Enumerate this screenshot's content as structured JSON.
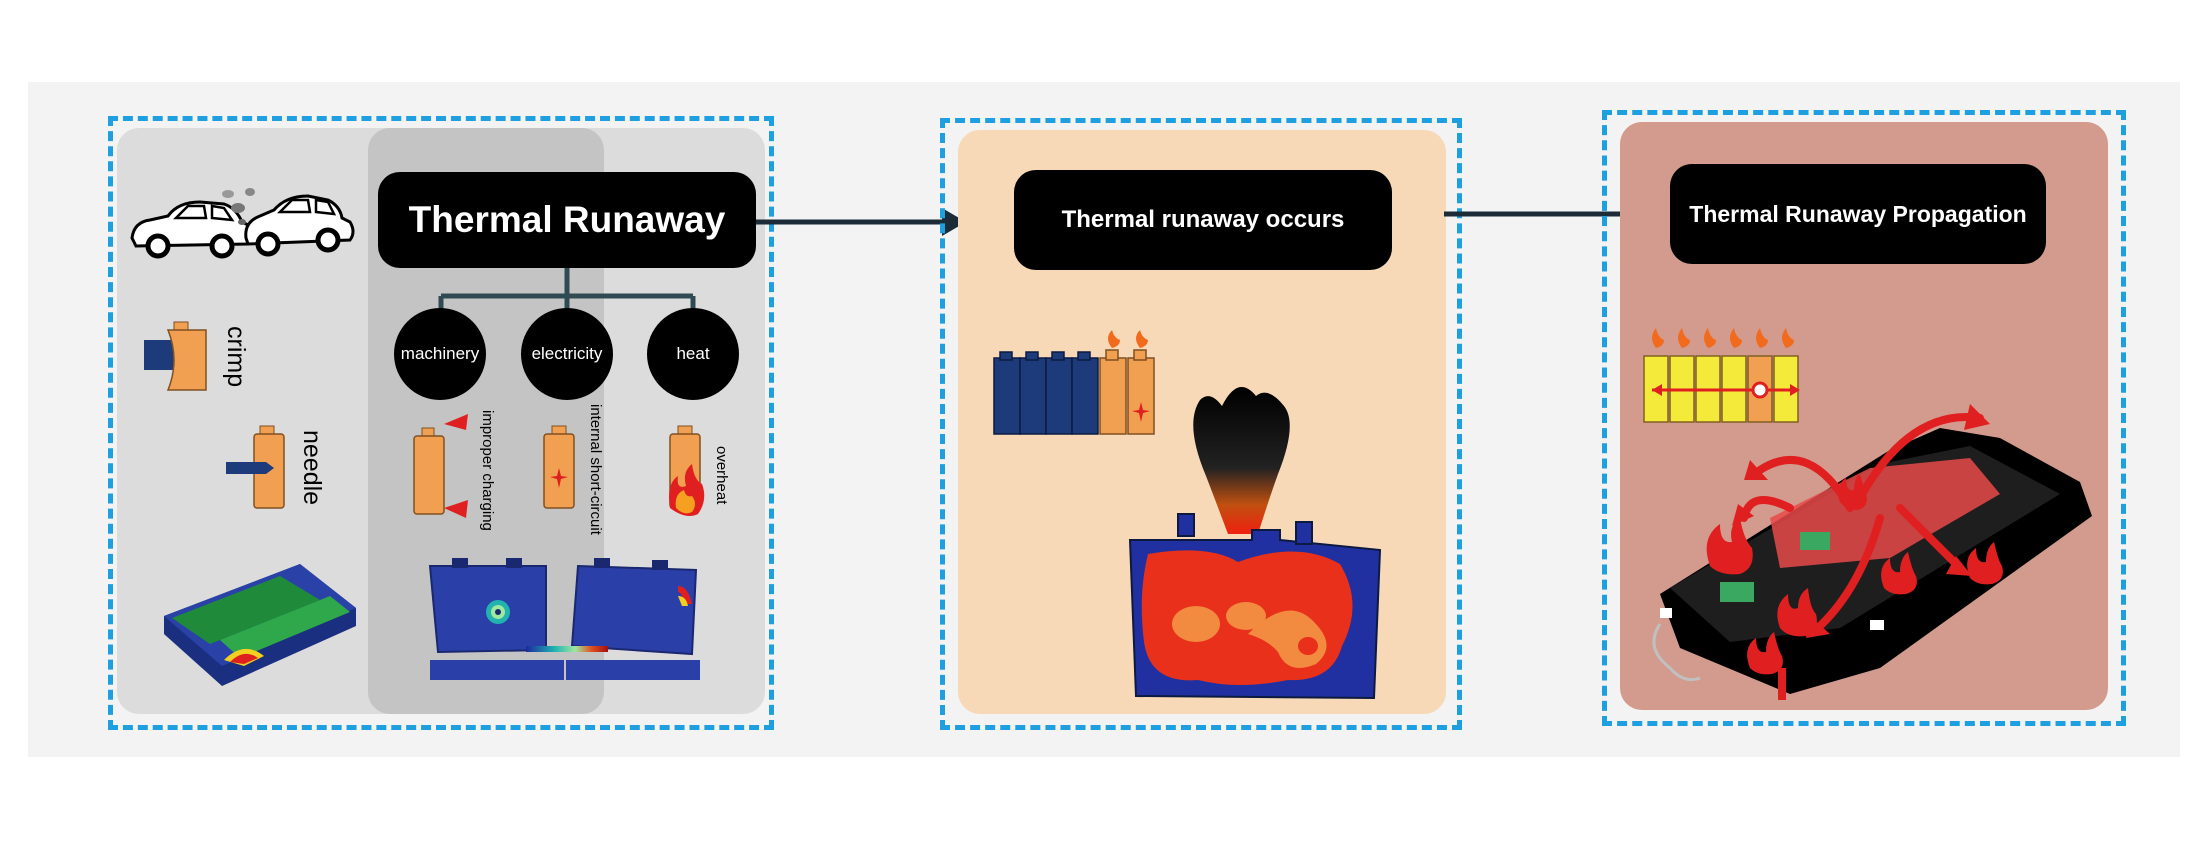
{
  "left_panel": {
    "title": "Thermal Runaway",
    "categories": [
      "machinery",
      "electricity",
      "heat"
    ],
    "cause_labels": {
      "crimp": "crimp",
      "needle": "needle",
      "improper_charging": "improper charging",
      "internal_short_circuit": "internal short-circuit",
      "overheat": "overheat"
    }
  },
  "middle_panel": {
    "title": "Thermal runaway occurs"
  },
  "right_panel": {
    "title": "Thermal Runaway Propagation"
  },
  "colors": {
    "dashed_border": "#1ea0e0",
    "left_bg": "#dcdcdc",
    "left_inner_bg": "#c4c4c4",
    "middle_bg": "#f7d9b7",
    "right_bg": "#d39b8e",
    "cell_orange": "#f0a050",
    "cell_navy": "#1d3a7a",
    "cell_yellow": "#f4ea3a",
    "fire_red": "#e02020"
  }
}
